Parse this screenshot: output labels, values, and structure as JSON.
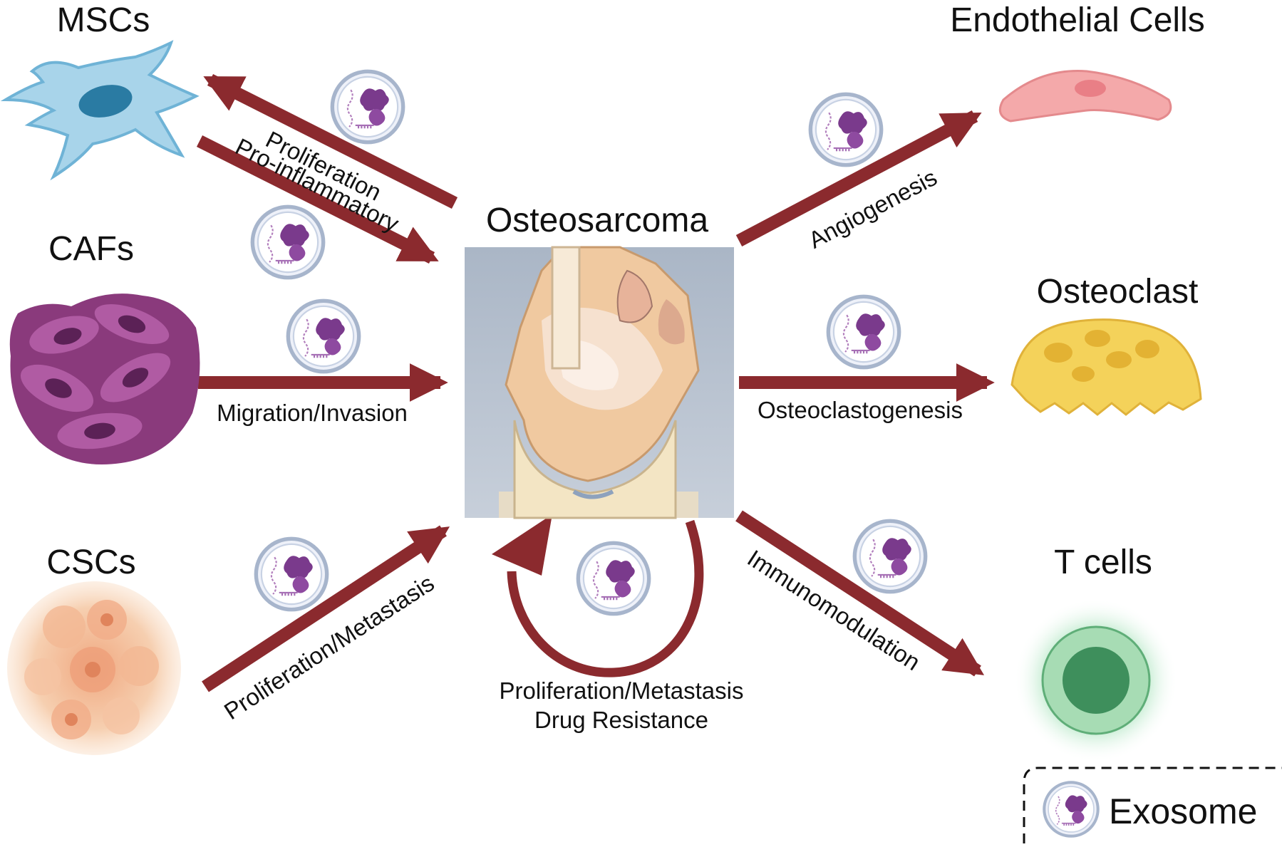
{
  "center": {
    "title": "Osteosarcoma"
  },
  "cells": {
    "mscs": "MSCs",
    "cafs": "CAFs",
    "cscs": "CSCs",
    "endothelial": "Endothelial Cells",
    "osteoclast": "Osteoclast",
    "tcells": "T cells"
  },
  "labels": {
    "proliferation": "Proliferation",
    "pro_inflammatory": "Pro-inflammatory",
    "migration": "Migration/Invasion",
    "csc_effect": "Proliferation/Metastasis",
    "self_line1": "Proliferation/Metastasis",
    "self_line2": "Drug Resistance",
    "angiogenesis": "Angiogenesis",
    "osteoclastogenesis": "Osteoclastogenesis",
    "immunomodulation": "Immunomodulation"
  },
  "legend": {
    "label": "Exosome",
    "icon": "exosome-icon"
  },
  "colors": {
    "arrow": "#8b2a2e",
    "msc": "#a8d4ea",
    "caf": "#8a3a7c",
    "csc": "#f2c9a5",
    "endothelial": "#f4a9aa",
    "osteoclast": "#f4d25a",
    "tcell": "#3e8f5c"
  }
}
